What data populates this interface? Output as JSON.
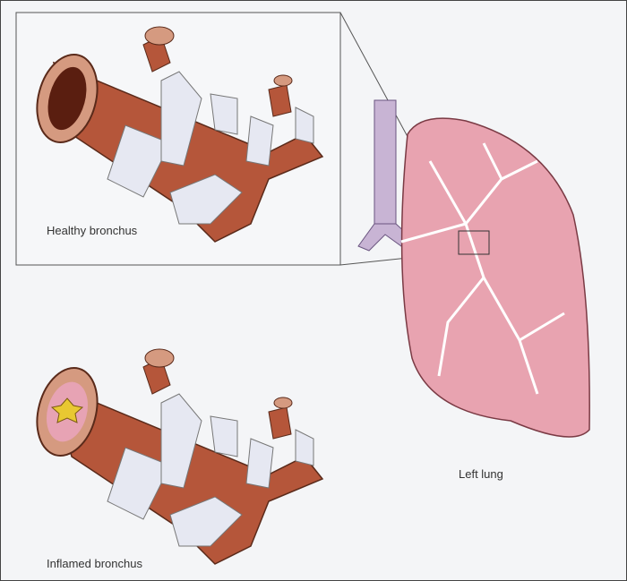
{
  "labels": {
    "healthy": "Healthy bronchus",
    "inflamed": "Inflamed bronchus",
    "lung": "Left lung"
  },
  "colors": {
    "bronchus": "#b5563a",
    "cartilage": "#e6e8f2",
    "lung": "#e8a3b0",
    "trachea": "#c8b4d4",
    "mucus": "#e8c832"
  }
}
